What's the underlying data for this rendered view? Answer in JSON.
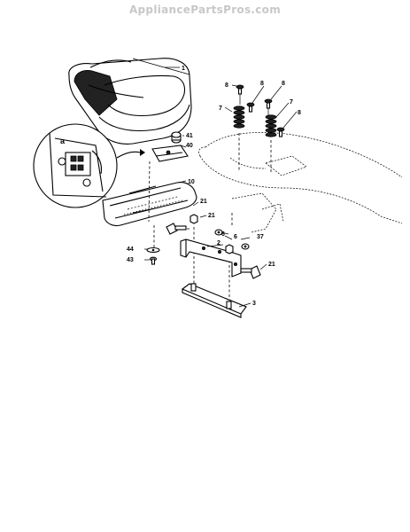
{
  "watermark": "AppliancePartsPros.com",
  "callouts": [
    {
      "id": "c1",
      "label": "1"
    },
    {
      "id": "c8a",
      "label": "8"
    },
    {
      "id": "c8b",
      "label": "8"
    },
    {
      "id": "c8c",
      "label": "8"
    },
    {
      "id": "c8d",
      "label": "8"
    },
    {
      "id": "c7a",
      "label": "7"
    },
    {
      "id": "c7b",
      "label": "7"
    },
    {
      "id": "c41",
      "label": "41"
    },
    {
      "id": "c40",
      "label": "40"
    },
    {
      "id": "c10",
      "label": "10"
    },
    {
      "id": "c21a",
      "label": "21"
    },
    {
      "id": "c21b",
      "label": "21"
    },
    {
      "id": "c6a",
      "label": "6"
    },
    {
      "id": "c6b",
      "label": "6"
    },
    {
      "id": "c37a",
      "label": "37"
    },
    {
      "id": "c37b",
      "label": "37"
    },
    {
      "id": "c2",
      "label": "2"
    },
    {
      "id": "c3",
      "label": "3"
    },
    {
      "id": "c44",
      "label": "44"
    },
    {
      "id": "c43",
      "label": "43"
    }
  ],
  "detail_inset": {
    "letter": "a"
  }
}
